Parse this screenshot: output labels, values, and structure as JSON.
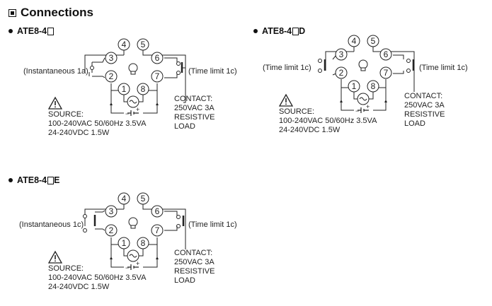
{
  "heading": {
    "text": "Connections"
  },
  "diagrams": [
    {
      "model_prefix": "ATE8-4",
      "model_suffix": "",
      "label_left": "(Instantaneous 1a)",
      "label_right": "(Time limit 1c)",
      "source_lines": [
        "SOURCE:",
        "100-240VAC 50/60Hz 3.5VA",
        "24-240VDC 1.5W"
      ],
      "contact_lines": [
        "CONTACT:",
        "250VAC 3A",
        "RESISTIVE",
        "LOAD"
      ],
      "pins": [
        "1",
        "2",
        "3",
        "4",
        "5",
        "6",
        "7",
        "8"
      ]
    },
    {
      "model_prefix": "ATE8-4",
      "model_suffix": "D",
      "label_left": "(Time limit 1c)",
      "label_right": "(Time limit 1c)",
      "source_lines": [
        "SOURCE:",
        "100-240VAC 50/60Hz 3.5VA",
        "24-240VDC 1.5W"
      ],
      "contact_lines": [
        "CONTACT:",
        "250VAC 3A",
        "RESISTIVE",
        "LOAD"
      ],
      "pins": [
        "1",
        "2",
        "3",
        "4",
        "5",
        "6",
        "7",
        "8"
      ]
    },
    {
      "model_prefix": "ATE8-4",
      "model_suffix": "E",
      "label_left": "(Instantaneous 1c)",
      "label_right": "(Time limit 1c)",
      "source_lines": [
        "SOURCE:",
        "100-240VAC 50/60Hz 3.5VA",
        "24-240VDC 1.5W"
      ],
      "contact_lines": [
        "CONTACT:",
        "250VAC 3A",
        "RESISTIVE",
        "LOAD"
      ],
      "pins": [
        "1",
        "2",
        "3",
        "4",
        "5",
        "6",
        "7",
        "8"
      ]
    }
  ],
  "symbols": {
    "dc_minus": "−",
    "dc_plus": "+",
    "ac_symbol": "~"
  }
}
